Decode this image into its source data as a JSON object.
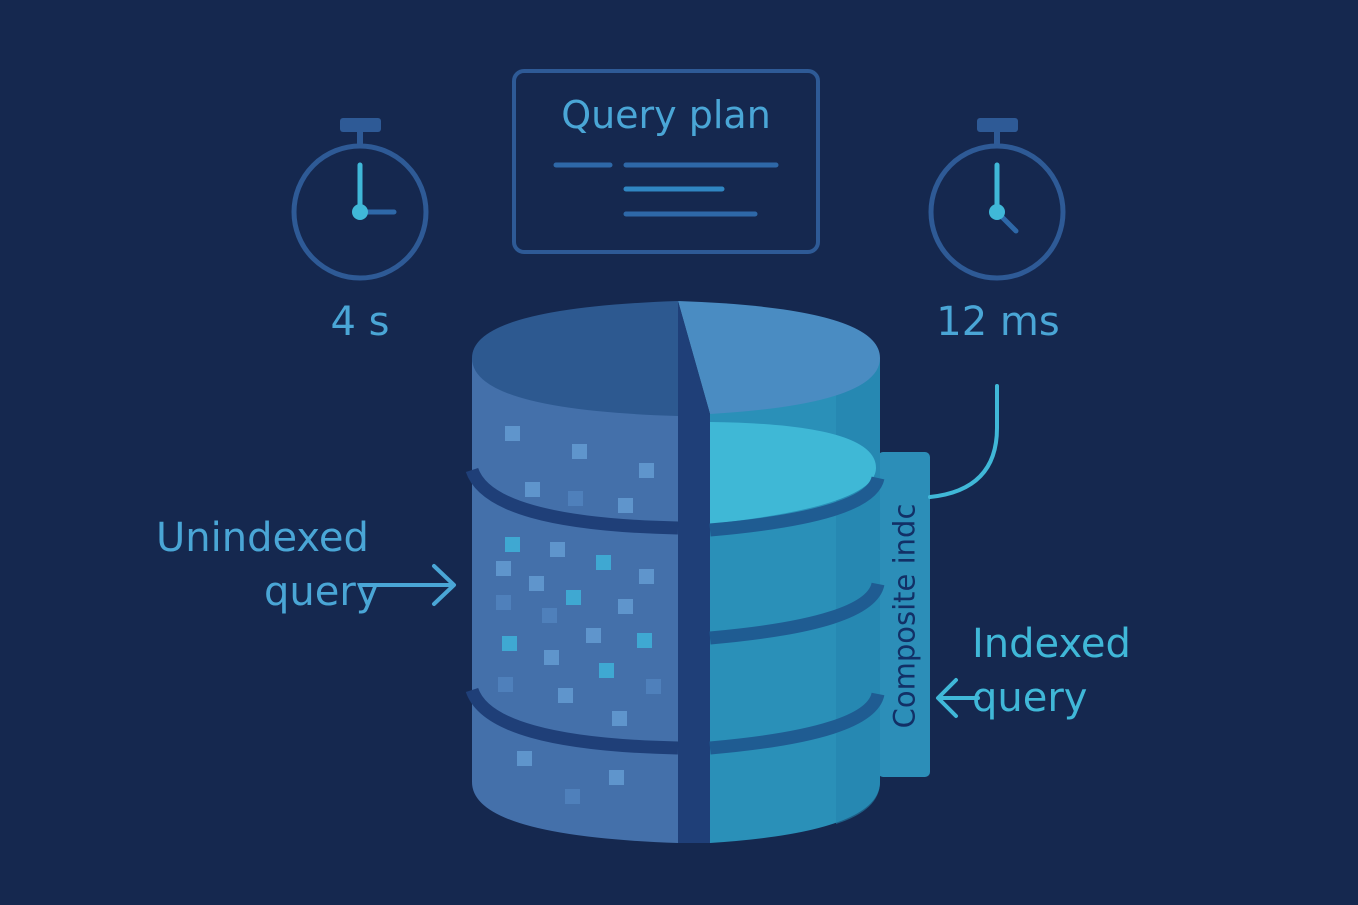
{
  "query_plan": {
    "title": "Query plan"
  },
  "timers": {
    "left": {
      "value": "4 s"
    },
    "right": {
      "value": "12 ms"
    }
  },
  "labels": {
    "unindexed": {
      "line1": "Unindexed",
      "line2": "query"
    },
    "indexed": {
      "line1": "Indexed",
      "line2": "query"
    },
    "composite_index": "Composite indc"
  },
  "colors": {
    "background": "#15284f",
    "unindexed_side": "#4470aa",
    "indexed_side": "#2a90b8",
    "accent_cyan": "#40b8d8",
    "label_blue": "#4aa6d6"
  },
  "icons": [
    "stopwatch-icon",
    "stopwatch-icon",
    "arrow-right-icon",
    "arrow-left-icon",
    "database-cylinder-icon"
  ]
}
